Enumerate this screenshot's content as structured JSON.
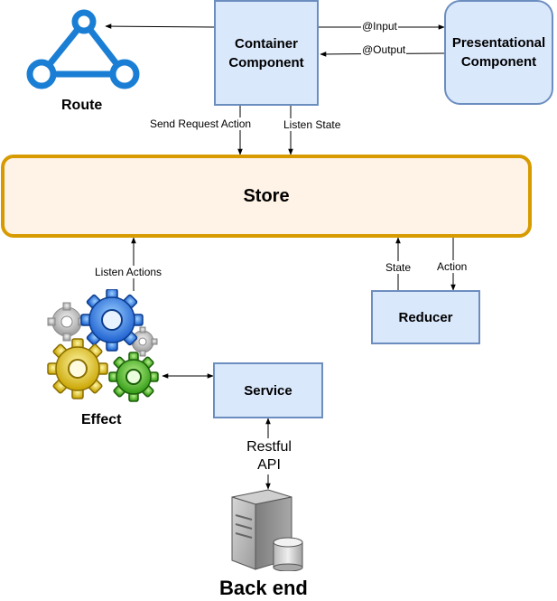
{
  "nodes": {
    "route": "Route",
    "container": "Container\nComponent",
    "presentational": "Presentational\nComponent",
    "store": "Store",
    "reducer": "Reducer",
    "service": "Service",
    "effect": "Effect",
    "backend": "Back end"
  },
  "edges": {
    "input": "@Input",
    "output": "@Output",
    "send_request_action": "Send Request Action",
    "listen_state": "Listen State",
    "listen_actions": "Listen Actions",
    "state": "State",
    "action": "Action",
    "restful_api": "Restful\nAPI"
  },
  "colors": {
    "box_fill": "#dae8fc",
    "box_stroke": "#6c8ebf",
    "store_fill": "#fff2e6",
    "store_stroke": "#d79b00",
    "route_icon": "#1a7fd4"
  },
  "icons": {
    "route": "route-triangle-icon",
    "effect": "gears-icon",
    "backend": "server-database-icon"
  }
}
